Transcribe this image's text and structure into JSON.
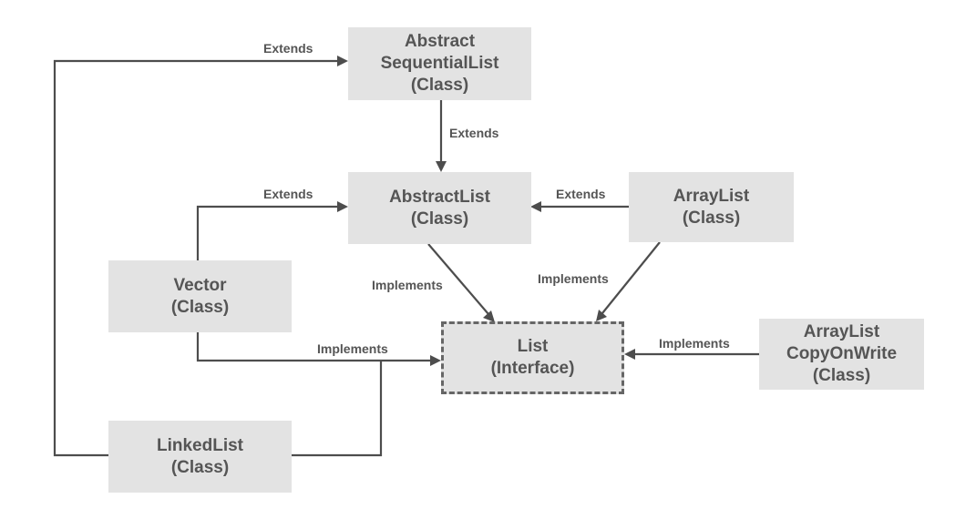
{
  "nodes": {
    "abstract_sequential_list": {
      "line1": "Abstract",
      "line2": "SequentialList",
      "line3": "(Class)"
    },
    "abstract_list": {
      "line1": "AbstractList",
      "line2": "(Class)"
    },
    "array_list": {
      "line1": "ArrayList",
      "line2": "(Class)"
    },
    "vector": {
      "line1": "Vector",
      "line2": "(Class)"
    },
    "list": {
      "line1": "List",
      "line2": "(Interface)"
    },
    "array_list_cow": {
      "line1": "ArrayList",
      "line2": "CopyOnWrite",
      "line3": "(Class)"
    },
    "linked_list": {
      "line1": "LinkedList",
      "line2": "(Class)"
    }
  },
  "edge_labels": {
    "linked_to_asl": "Extends",
    "asl_to_al": "Extends",
    "vector_to_al": "Extends",
    "arraylist_to_al": "Extends",
    "al_to_list": "Implements",
    "arraylist_to_list": "Implements",
    "vector_linked_to_list": "Implements",
    "cow_to_list": "Implements"
  },
  "colors": {
    "node_fill": "#e3e3e3",
    "text": "#555555",
    "line": "#4d4d4d"
  }
}
